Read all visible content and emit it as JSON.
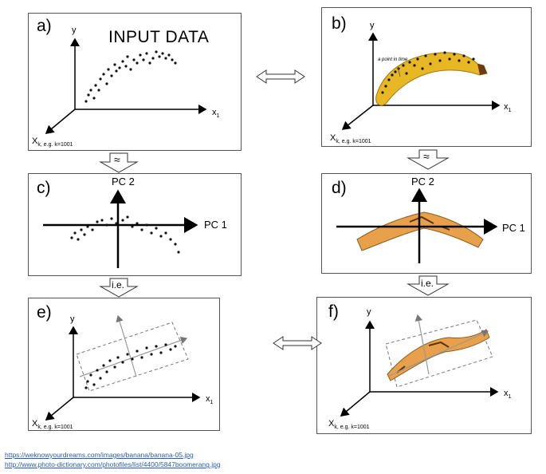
{
  "panels": {
    "a": {
      "label": "a)",
      "title": "INPUT DATA",
      "y_label": "y",
      "x1_label": "x",
      "x1_sub": "1",
      "xk_label": "X",
      "xk_sub": "k, e.g. k=1001"
    },
    "b": {
      "label": "b)",
      "y_label": "y",
      "x1_label": "x",
      "x1_sub": "1",
      "xk_label": "X",
      "xk_sub": "k, e.g. k=1001",
      "annotation": "a point in time"
    },
    "c": {
      "label": "c)",
      "pc1_label": "PC 1",
      "pc2_label": "PC 2"
    },
    "d": {
      "label": "d)",
      "pc1_label": "PC 1",
      "pc2_label": "PC 2"
    },
    "e": {
      "label": "e)",
      "y_label": "y",
      "x1_label": "x",
      "x1_sub": "1",
      "xk_label": "X",
      "xk_sub": "k, e.g. k=1001"
    },
    "f": {
      "label": "f)",
      "y_label": "y",
      "x1_label": "x",
      "x1_sub": "1",
      "xk_label": "X",
      "xk_sub": "k, e.g. k=1001"
    }
  },
  "connectors": {
    "approx_symbol": "≈",
    "ie_label": "i.e."
  },
  "footer": {
    "link1": "https://weknowyourdreams.com/images/banana/banana-05.jpg",
    "link2": "http://www.photo-dictionary.com/photofiles/list/4400/5847boomerang.jpg"
  },
  "colors": {
    "banana": "#e8b824",
    "boomerang": "#e8a14a",
    "link": "#2a5db0"
  }
}
